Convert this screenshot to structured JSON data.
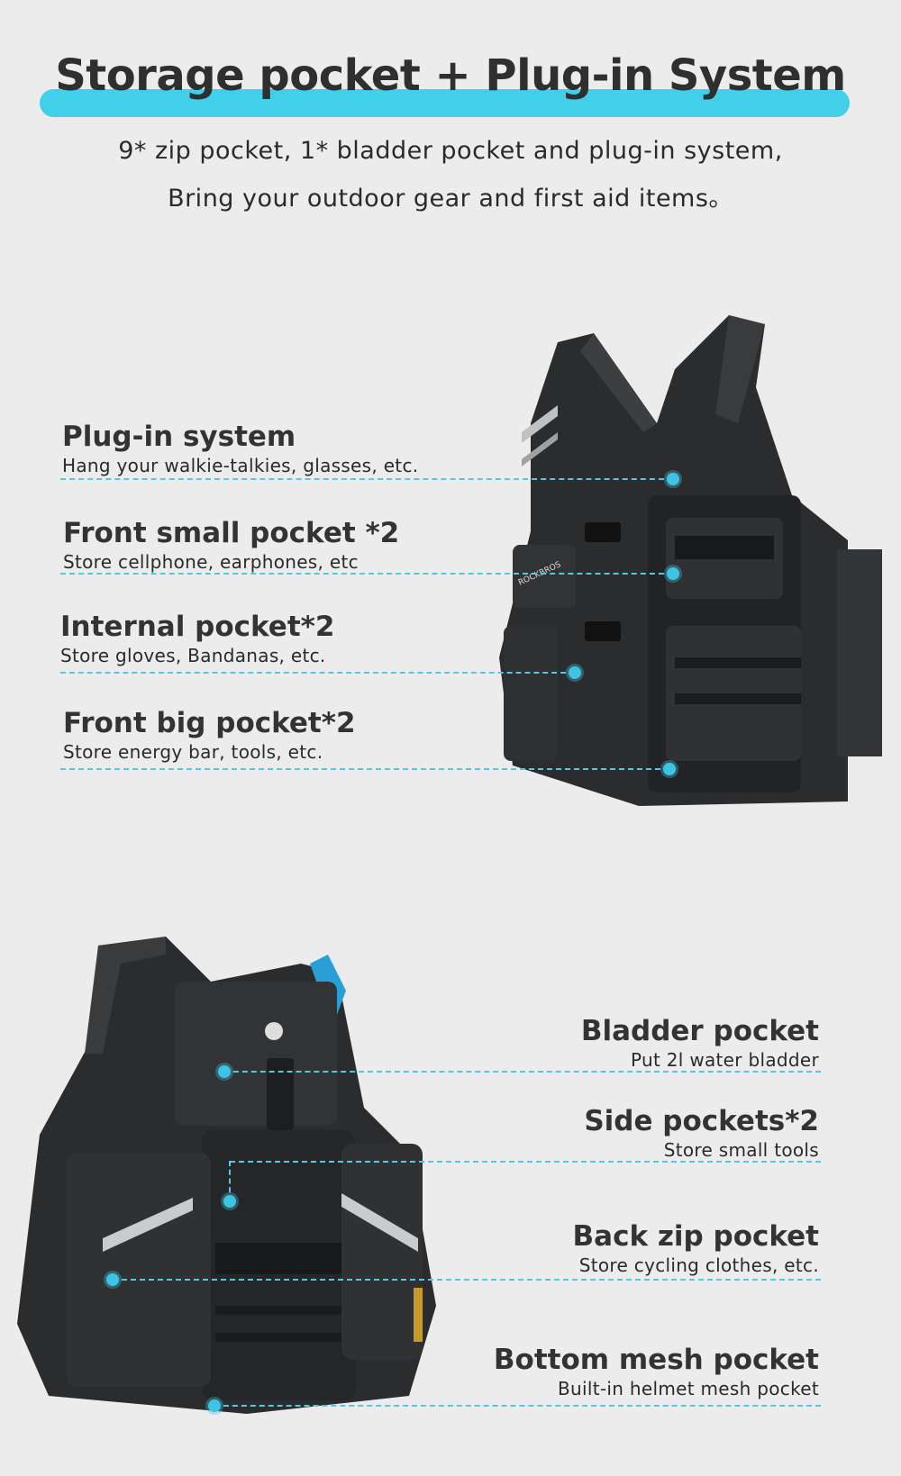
{
  "header": {
    "title": "Storage pocket + Plug-in System",
    "subtitle_line1": "9* zip pocket, 1* bladder pocket and plug-in system,",
    "subtitle_line2": "Bring your outdoor gear and first aid items。"
  },
  "front_features": [
    {
      "title": "Plug-in system",
      "desc": "Hang your walkie-talkies, glasses, etc."
    },
    {
      "title": "Front small pocket *2",
      "desc": "Store cellphone, earphones, etc"
    },
    {
      "title": "Internal pocket*2",
      "desc": "Store gloves, Bandanas, etc."
    },
    {
      "title": "Front big pocket*2",
      "desc": "Store energy bar, tools, etc."
    }
  ],
  "back_features": [
    {
      "title": "Bladder pocket",
      "desc": "Put 2l water bladder"
    },
    {
      "title": "Side pockets*2",
      "desc": "Store small tools"
    },
    {
      "title": "Back zip pocket",
      "desc": "Store cycling clothes, etc."
    },
    {
      "title": "Bottom mesh pocket",
      "desc": "Built-in helmet mesh pocket"
    }
  ],
  "brand_logo": "ROCKBROS",
  "colors": {
    "accent": "#42cfea",
    "background": "#ececec",
    "text": "#2f2f2f",
    "vest": "#2b2c2e"
  }
}
